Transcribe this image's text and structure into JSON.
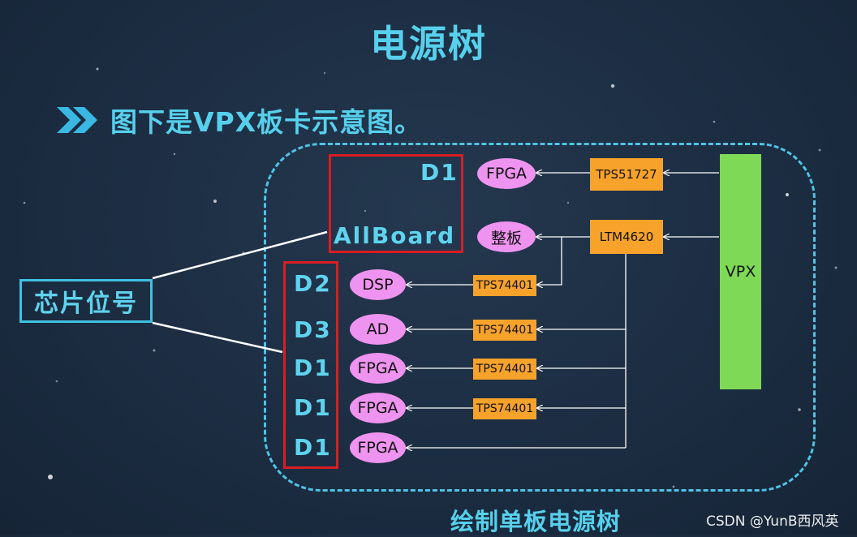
{
  "title": "电源树",
  "subtitle": "图下是VPX板卡示意图。",
  "chip_label": "芯片位号",
  "top_box": {
    "d1": "D1",
    "allboard": "AllBoard"
  },
  "left_labels": [
    "D2",
    "D3",
    "D1",
    "D1",
    "D1"
  ],
  "ellipses": [
    "FPGA",
    "整板",
    "DSP",
    "AD",
    "FPGA",
    "FPGA",
    "FPGA"
  ],
  "regulators": [
    "TPS51727",
    "LTM4620",
    "TPS74401",
    "TPS74401",
    "TPS74401",
    "TPS74401"
  ],
  "vpx": "VPX",
  "caption": "绘制单板电源树",
  "watermark": "CSDN @YunB西风英",
  "colors": {
    "title": "#56d0ec",
    "frame": "#4fc3e6",
    "red_box": "#d91d23",
    "ellipse": "#ee93ef",
    "regulator": "#f7a22b",
    "vpx": "#7ed957",
    "background": "#1c2d42"
  }
}
